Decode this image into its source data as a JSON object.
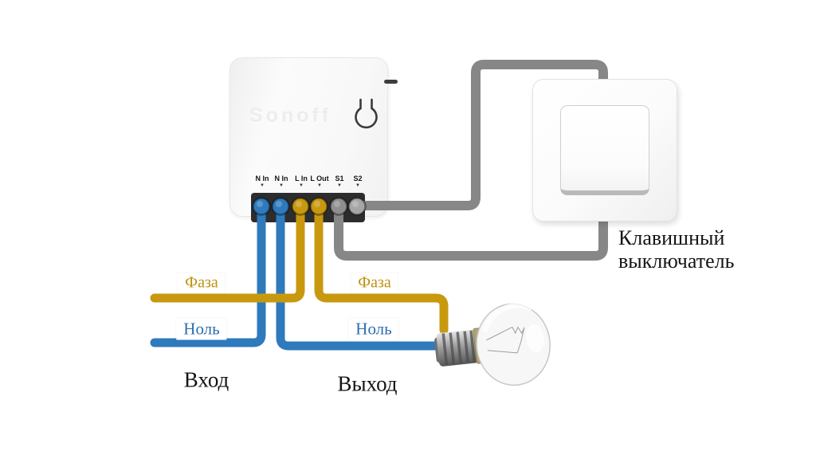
{
  "colors": {
    "phase_wire": "#c8990f",
    "neutral_wire": "#2e7abc",
    "switch_wire": "#878787",
    "terminal_block": "#2d2d2d",
    "phase_text": "#bd9210",
    "neutral_text": "#2d6fb0",
    "caption_text": "#141414"
  },
  "device": {
    "logo": "Sonoff",
    "arrow_glyph": "▼",
    "terminals": [
      {
        "label": "N In",
        "color": "#2e7abc"
      },
      {
        "label": "N In",
        "color": "#2e7abc"
      },
      {
        "label": "L In",
        "color": "#c8990f"
      },
      {
        "label": "L Out",
        "color": "#c8990f"
      },
      {
        "label": "S1",
        "color": "#8f8f8f"
      },
      {
        "label": "S2",
        "color": "#a6a6a6"
      }
    ]
  },
  "labels": {
    "input_phase": "Фаза",
    "input_neutral": "Ноль",
    "output_phase": "Фаза",
    "output_neutral": "Ноль",
    "input": "Вход",
    "output": "Выход",
    "wall_switch_line1": "Клавишный",
    "wall_switch_line2": "выключатель"
  }
}
